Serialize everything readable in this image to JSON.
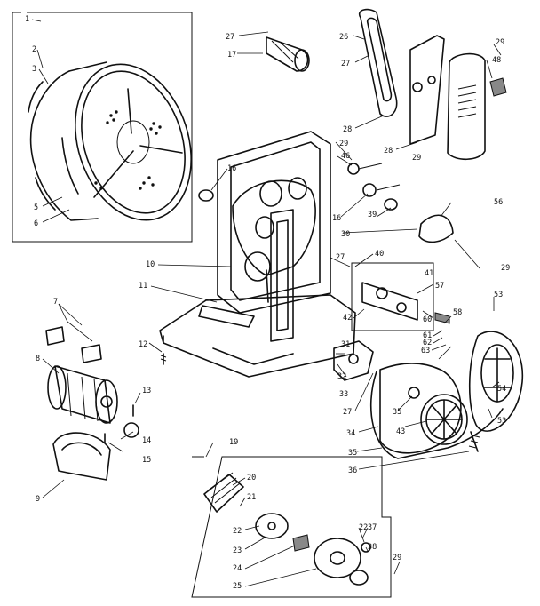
{
  "callouts": [
    {
      "id": "c1",
      "text": "1"
    },
    {
      "id": "c2",
      "text": "2"
    },
    {
      "id": "c3",
      "text": "3"
    },
    {
      "id": "c5",
      "text": "5"
    },
    {
      "id": "c6",
      "text": "6"
    },
    {
      "id": "c7",
      "text": "7"
    },
    {
      "id": "c8",
      "text": "8"
    },
    {
      "id": "c9",
      "text": "9"
    },
    {
      "id": "c10",
      "text": "10"
    },
    {
      "id": "c11",
      "text": "11"
    },
    {
      "id": "c12",
      "text": "12"
    },
    {
      "id": "c13",
      "text": "13"
    },
    {
      "id": "c14",
      "text": "14"
    },
    {
      "id": "c15",
      "text": "15"
    },
    {
      "id": "c16a",
      "text": "16"
    },
    {
      "id": "c16b",
      "text": "16"
    },
    {
      "id": "c17",
      "text": "17"
    },
    {
      "id": "c19",
      "text": "19"
    },
    {
      "id": "c20",
      "text": "20"
    },
    {
      "id": "c21",
      "text": "21"
    },
    {
      "id": "c22a",
      "text": "22"
    },
    {
      "id": "c22b",
      "text": "22"
    },
    {
      "id": "c23",
      "text": "23"
    },
    {
      "id": "c24",
      "text": "24"
    },
    {
      "id": "c25",
      "text": "25"
    },
    {
      "id": "c26",
      "text": "26"
    },
    {
      "id": "c27a",
      "text": "27"
    },
    {
      "id": "c27b",
      "text": "27"
    },
    {
      "id": "c27c",
      "text": "27"
    },
    {
      "id": "c27d",
      "text": "27"
    },
    {
      "id": "c28a",
      "text": "28"
    },
    {
      "id": "c28b",
      "text": "28"
    },
    {
      "id": "c29a",
      "text": "29"
    },
    {
      "id": "c29b",
      "text": "29"
    },
    {
      "id": "c29c",
      "text": "29"
    },
    {
      "id": "c29d",
      "text": "29"
    },
    {
      "id": "c29e",
      "text": "29"
    },
    {
      "id": "c30",
      "text": "30"
    },
    {
      "id": "c31",
      "text": "31"
    },
    {
      "id": "c32",
      "text": "32"
    },
    {
      "id": "c33",
      "text": "33"
    },
    {
      "id": "c34",
      "text": "34"
    },
    {
      "id": "c35a",
      "text": "35"
    },
    {
      "id": "c35b",
      "text": "35"
    },
    {
      "id": "c36",
      "text": "36"
    },
    {
      "id": "c37",
      "text": "37"
    },
    {
      "id": "c38",
      "text": "38"
    },
    {
      "id": "c39",
      "text": "39"
    },
    {
      "id": "c40",
      "text": "40"
    },
    {
      "id": "c41",
      "text": "41"
    },
    {
      "id": "c42",
      "text": "42"
    },
    {
      "id": "c43",
      "text": "43"
    },
    {
      "id": "c46",
      "text": "46"
    },
    {
      "id": "c48",
      "text": "48"
    },
    {
      "id": "c53a",
      "text": "53"
    },
    {
      "id": "c53b",
      "text": "53"
    },
    {
      "id": "c54",
      "text": "54"
    },
    {
      "id": "c56",
      "text": "56"
    },
    {
      "id": "c57",
      "text": "57"
    },
    {
      "id": "c58",
      "text": "58"
    },
    {
      "id": "c60",
      "text": "60"
    },
    {
      "id": "c61",
      "text": "61"
    },
    {
      "id": "c62",
      "text": "62"
    },
    {
      "id": "c63",
      "text": "63"
    }
  ]
}
